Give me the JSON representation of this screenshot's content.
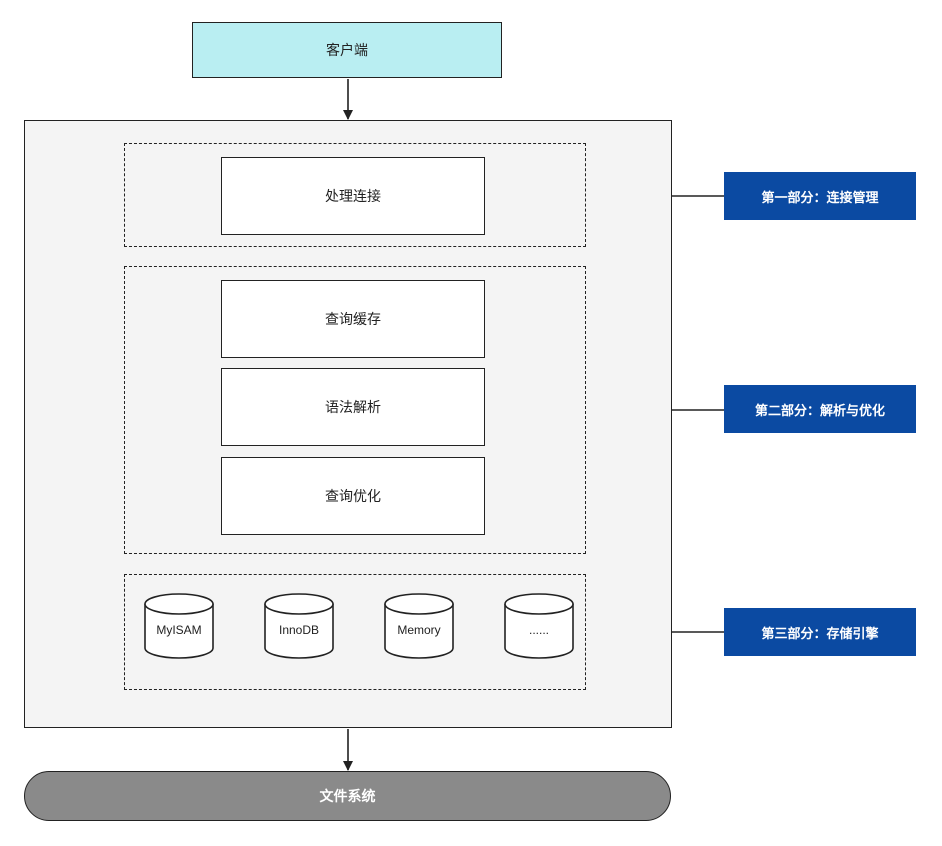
{
  "client": {
    "label": "客户端"
  },
  "connection_layer": {
    "module": "处理连接"
  },
  "parse_layer": {
    "modules": [
      "查询缓存",
      "语法解析",
      "查询优化"
    ]
  },
  "storage_layer": {
    "engines": [
      "MyISAM",
      "InnoDB",
      "Memory",
      "......"
    ]
  },
  "filesystem": {
    "label": "文件系统"
  },
  "part_labels": [
    "第一部分：连接管理",
    "第二部分：解析与优化",
    "第三部分：存储引擎"
  ],
  "colors": {
    "client_fill": "#b9eef2",
    "server_fill": "#f4f4f4",
    "label_fill": "#0b4aa2",
    "filesystem_fill": "#8a8a8a"
  }
}
